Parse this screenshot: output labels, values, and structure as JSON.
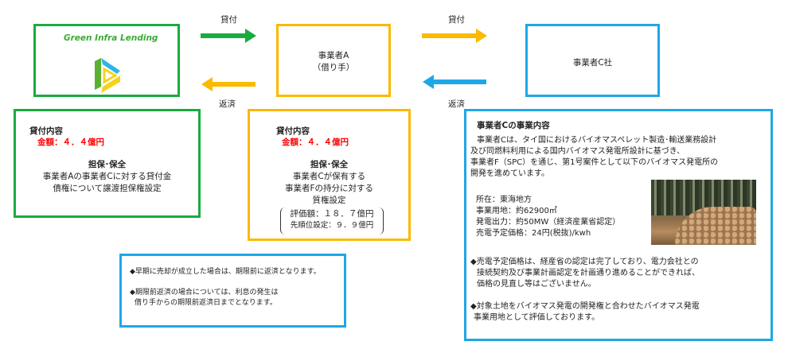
{
  "lender": {
    "name": "Green Infra Lending"
  },
  "borrower": {
    "line1": "事業者A",
    "line2": "（借り手）"
  },
  "company_c": {
    "name": "事業者C社"
  },
  "arrows": {
    "loan_left": "貸付",
    "repay_left": "返済",
    "loan_right": "貸付",
    "repay_right": "返済"
  },
  "colors": {
    "green": "#1aab3f",
    "orange": "#fbb900",
    "blue": "#1ea7e8",
    "red": "#ff0000"
  },
  "loan_box_1": {
    "title": "貸付内容",
    "amount": "金額：４．４億円",
    "security_title": "担保･保全",
    "security_lines": [
      "事業者Aの事業者Cに対する貸付金",
      "債権について譲渡担保権設定"
    ]
  },
  "loan_box_2": {
    "title": "貸付内容",
    "amount": "金額：４．４億円",
    "security_title": "担保･保全",
    "security_lines": [
      "事業者Cが保有する",
      "事業者Fの持分に対する",
      "質権設定"
    ],
    "valuation": "評価額：１８．７億円",
    "senior": "先順位設定：９．９億円"
  },
  "notes": [
    "◆早期に売却が成立した場合は、期限前に返済となります。",
    "◆期限前返済の場合については、利息の発生は",
    "借り手からの期限前返済日までとなります。"
  ],
  "business": {
    "title": "事業者Cの事業内容",
    "intro": [
      "事業者Cは、タイ国におけるバイオマスペレット製造･輸送業務設計",
      "及び同燃料利用による国内バイオマス発電所設計に基づき、",
      "事業者F（SPC）を通じ、第1号案件として以下のバイオマス発電所の",
      "開発を進めています。"
    ],
    "specs": [
      "所在：東海地方",
      "事業用地：約62900㎡",
      "発電出力：約50MW（経済産業省認定）",
      "売電予定価格：24円(税抜)/kwh"
    ],
    "bullet1": [
      "◆売電予定価格は、経産省の認定は完了しており、電力会社との",
      "接続契約及び事業計画認定を計画通り進めることができれば、",
      "価格の見直し等はございません。"
    ],
    "bullet2": [
      "◆対象土地をバイオマス発電の開発権と合わせたバイオマス発電",
      "事業用地として評価しております。"
    ]
  }
}
